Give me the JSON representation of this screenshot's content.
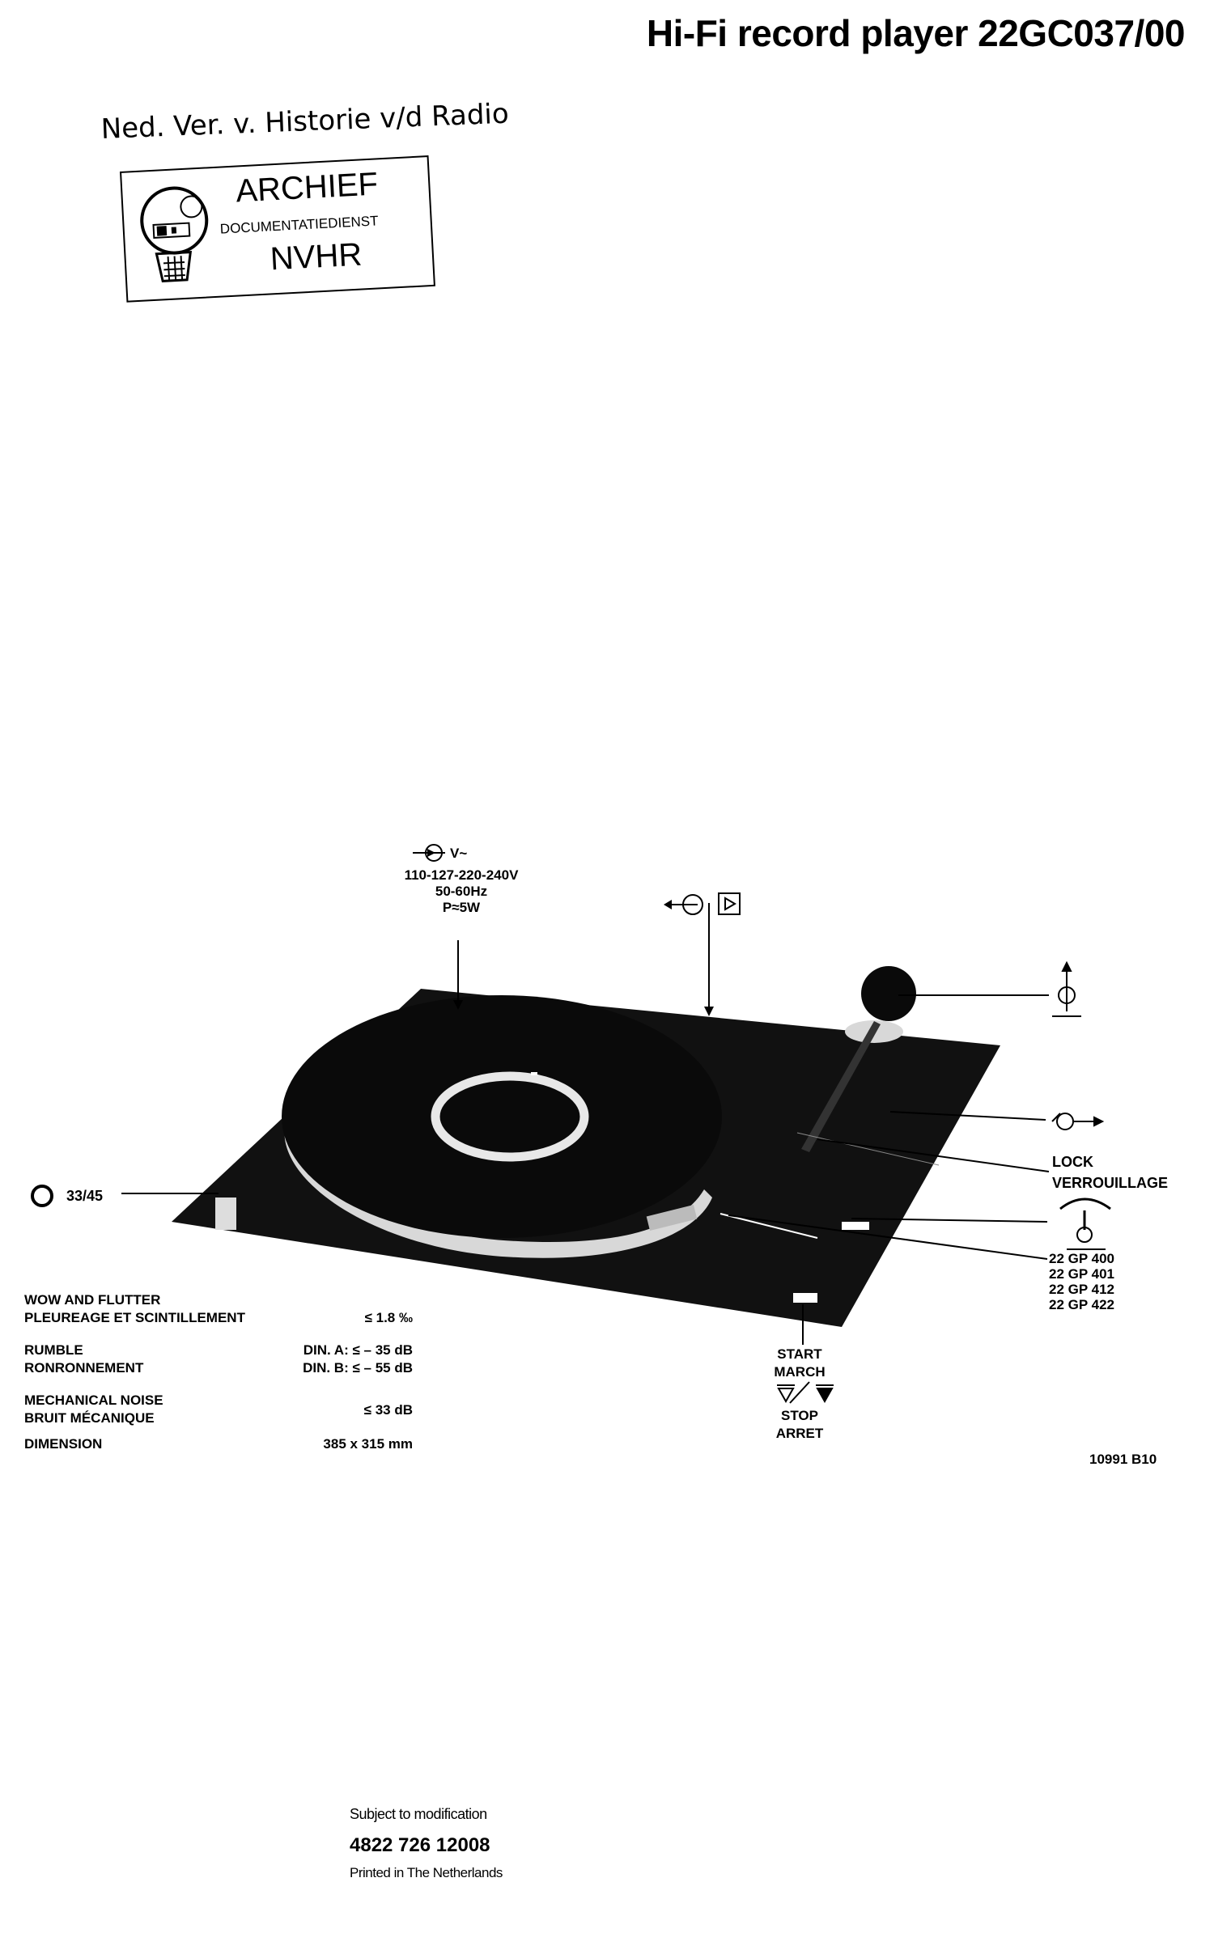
{
  "header": {
    "title": "Hi-Fi record player 22GC037/00"
  },
  "archive": {
    "name": "Ned. Ver. v. Historie v/d Radio",
    "stamp_line1": "ARCHIEF",
    "stamp_line2": "DOCUMENTATIEDIENST",
    "stamp_line3": "NVHR"
  },
  "callouts": {
    "mains_voltage": "110-127-220-240V",
    "mains_freq": "50-60Hz",
    "mains_power": "P≈5W",
    "mains_symbol": "V~",
    "speed": "33/45",
    "lock_en": "LOCK",
    "lock_fr": "VERROUILLAGE",
    "cartridges": [
      "22 GP 400",
      "22 GP 401",
      "22 GP 412",
      "22 GP 422"
    ],
    "start_en": "START",
    "start_fr": "MARCH",
    "stop_en": "STOP",
    "stop_fr": "ARRET"
  },
  "specs": [
    {
      "label_en": "WOW AND FLUTTER",
      "label_fr": "PLEUREAGE ET SCINTILLEMENT",
      "value": "≤ 1.8 ‰"
    },
    {
      "label_en": "RUMBLE",
      "label_fr": "RONRONNEMENT",
      "value": "DIN. A:  ≤ – 35 dB",
      "value2": "DIN. B:  ≤ – 55 dB"
    },
    {
      "label_en": "MECHANICAL NOISE",
      "label_fr": "BRUIT MÉCANIQUE",
      "value": "≤  33 dB"
    },
    {
      "label_en": "DIMENSION",
      "label_fr": "",
      "value": "385 x 315 mm"
    }
  ],
  "drawing_number": "10991 B10",
  "footer": {
    "notice": "Subject to modification",
    "code": "4822 726 12008",
    "printed": "Printed in The Netherlands"
  }
}
